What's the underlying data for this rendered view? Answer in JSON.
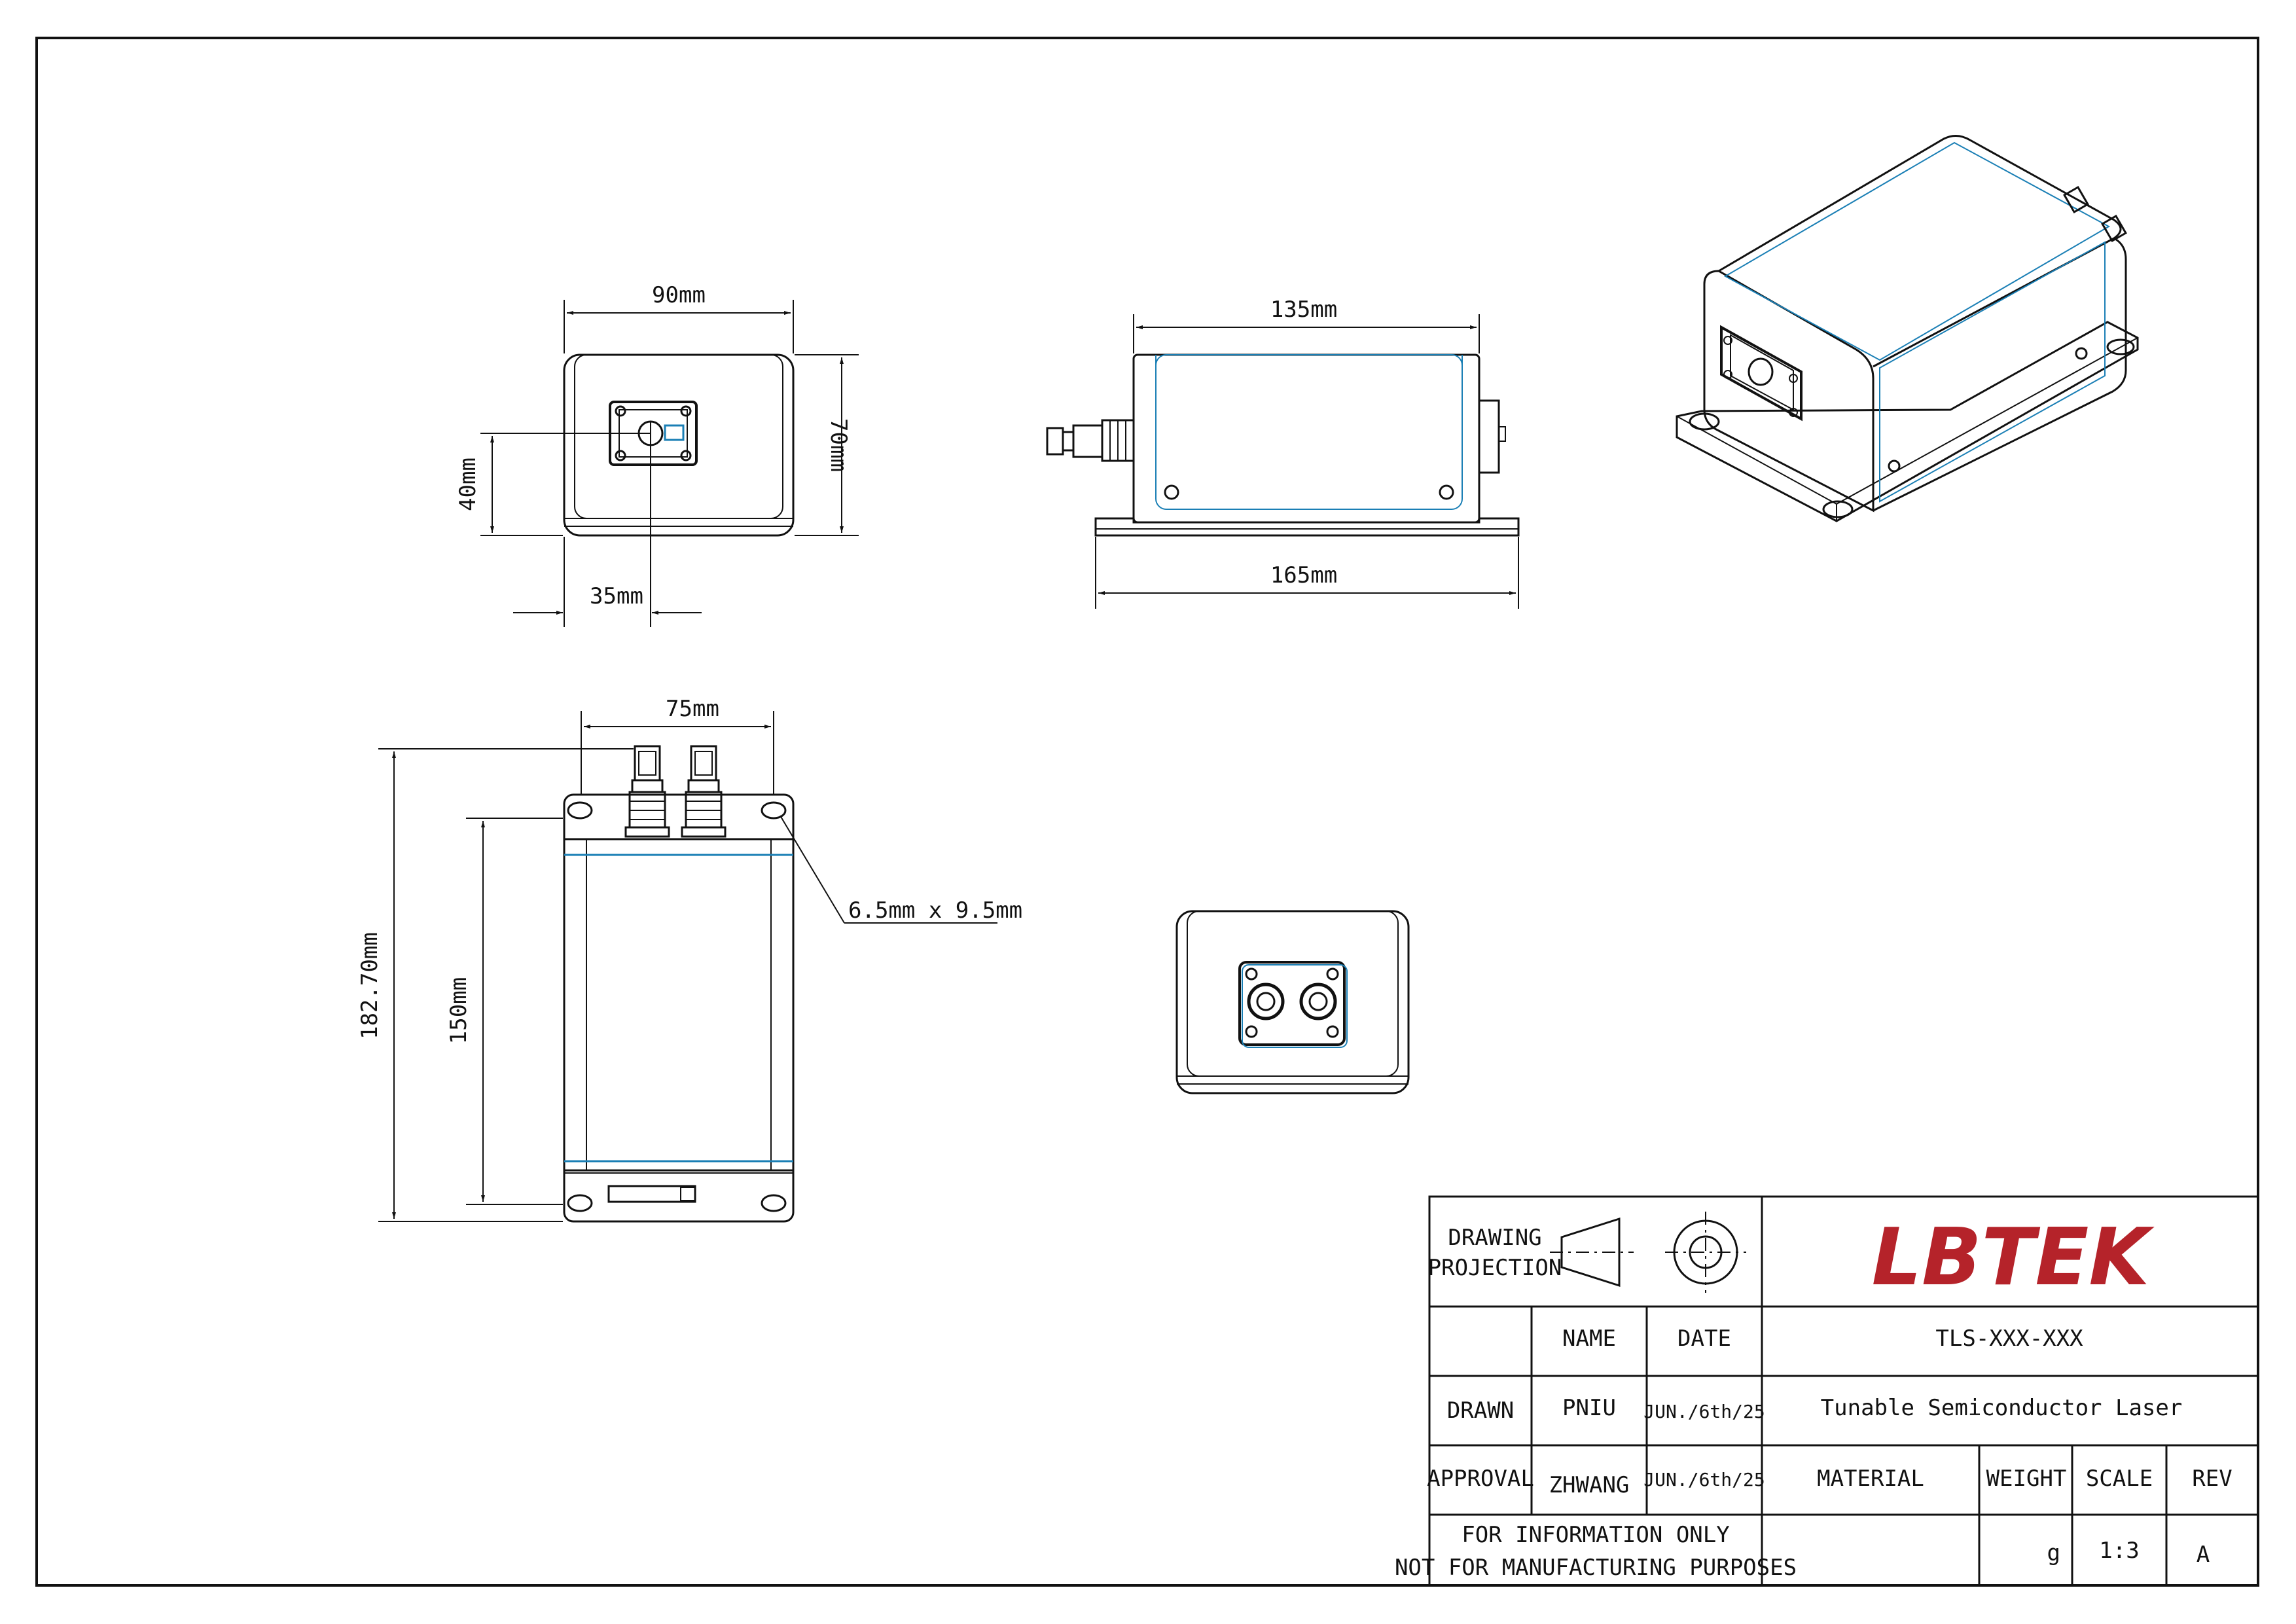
{
  "front_view": {
    "width_label": "90mm",
    "height_label": "70mm",
    "port_height_label": "40mm",
    "port_offset_label": "35mm"
  },
  "side_view": {
    "body_length_label": "135mm",
    "base_length_label": "165mm"
  },
  "top_view": {
    "connector_spacing_label": "75mm",
    "total_length_label": "182.70mm",
    "body_length_label": "150mm",
    "slot_label": "6.5mm x 9.5mm"
  },
  "title_block": {
    "projection_label_line1": "DRAWING",
    "projection_label_line2": "PROJECTION",
    "logo": "LBTEK",
    "logo_color": "#b5232a",
    "col_name": "NAME",
    "col_date": "DATE",
    "part_number": "TLS-XXX-XXX",
    "drawn_label": "DRAWN",
    "drawn_name": "PNIU",
    "drawn_date": "JUN./6th/25",
    "description": "Tunable Semiconductor Laser",
    "approval_label": "APPROVAL",
    "approval_name": "ZHWANG",
    "approval_date": "JUN./6th/25",
    "material_label": "MATERIAL",
    "weight_label": "WEIGHT",
    "scale_label": "SCALE",
    "rev_label": "REV",
    "disclaimer_line1": "FOR INFORMATION ONLY",
    "disclaimer_line2": "NOT FOR MANUFACTURING PURPOSES",
    "material_value": "",
    "weight_value": "g",
    "scale_value": "1:3",
    "rev_value": "A"
  }
}
